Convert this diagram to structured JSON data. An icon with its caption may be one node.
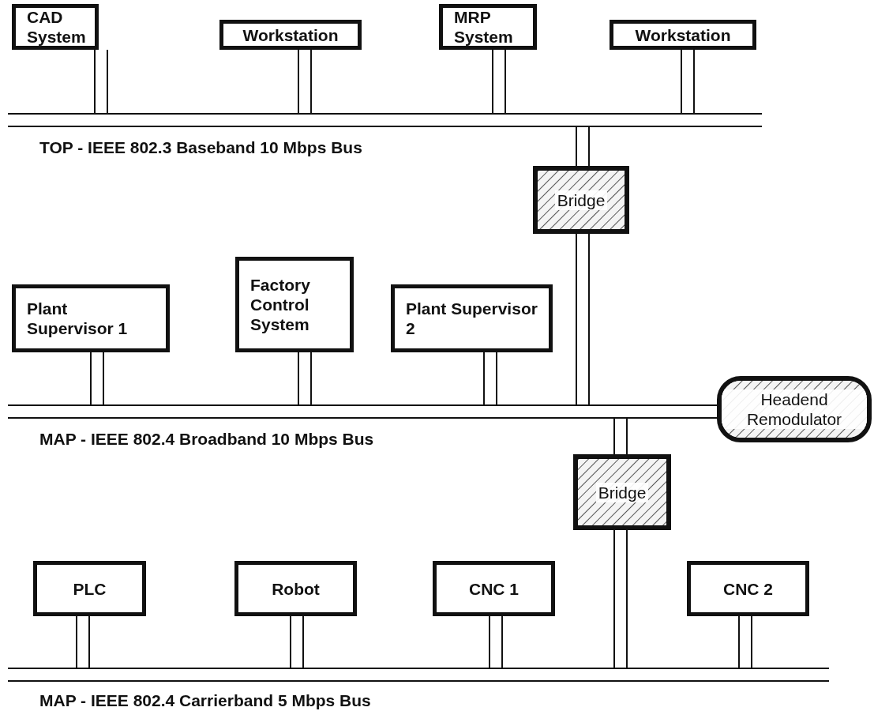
{
  "diagram": {
    "nodes": [
      {
        "text": [
          "CAD System"
        ]
      },
      {
        "text": [
          "Workstation"
        ]
      },
      {
        "text": [
          "MRP System"
        ]
      },
      {
        "text": [
          "Workstation"
        ]
      },
      {
        "text": [
          "TOP - IEEE 802.3 Baseband 10 Mbps Bus"
        ]
      },
      {
        "text": [
          "Bridge"
        ]
      },
      {
        "text": [
          "Plant Supervisor 1"
        ]
      },
      {
        "text": [
          "Factory Control System"
        ]
      },
      {
        "text": [
          "Plant Supervisor 2"
        ]
      },
      {
        "text": [
          "MAP - IEEE 802.4 Broadband 10 Mbps Bus"
        ]
      },
      {
        "text": [
          "Headend Remodulator"
        ]
      },
      {
        "text": [
          "Bridge"
        ]
      },
      {
        "text": [
          "PLC"
        ]
      },
      {
        "text": [
          "Robot"
        ]
      },
      {
        "text": [
          "CNC 1"
        ]
      },
      {
        "text": [
          "CNC 2"
        ]
      },
      {
        "text": [
          "MAP - IEEE 802.4 Carrierband 5 Mbps Bus"
        ]
      }
    ],
    "edges": [
      {
        "from": 0,
        "to": 4,
        "arrow": "none"
      },
      {
        "from": 1,
        "to": 4,
        "arrow": "none"
      },
      {
        "from": 2,
        "to": 4,
        "arrow": "none"
      },
      {
        "from": 3,
        "to": 4,
        "arrow": "none"
      },
      {
        "from": 4,
        "to": 5,
        "arrow": "none"
      },
      {
        "from": 5,
        "to": 9,
        "arrow": "none"
      },
      {
        "from": 6,
        "to": 9,
        "arrow": "none"
      },
      {
        "from": 7,
        "to": 9,
        "arrow": "none"
      },
      {
        "from": 8,
        "to": 9,
        "arrow": "none"
      },
      {
        "from": 9,
        "to": 10,
        "arrow": "none"
      },
      {
        "from": 9,
        "to": 11,
        "arrow": "none"
      },
      {
        "from": 11,
        "to": 16,
        "arrow": "none"
      },
      {
        "from": 12,
        "to": 16,
        "arrow": "none"
      },
      {
        "from": 13,
        "to": 16,
        "arrow": "none"
      },
      {
        "from": 14,
        "to": 16,
        "arrow": "none"
      },
      {
        "from": 15,
        "to": 16,
        "arrow": "none"
      }
    ]
  }
}
